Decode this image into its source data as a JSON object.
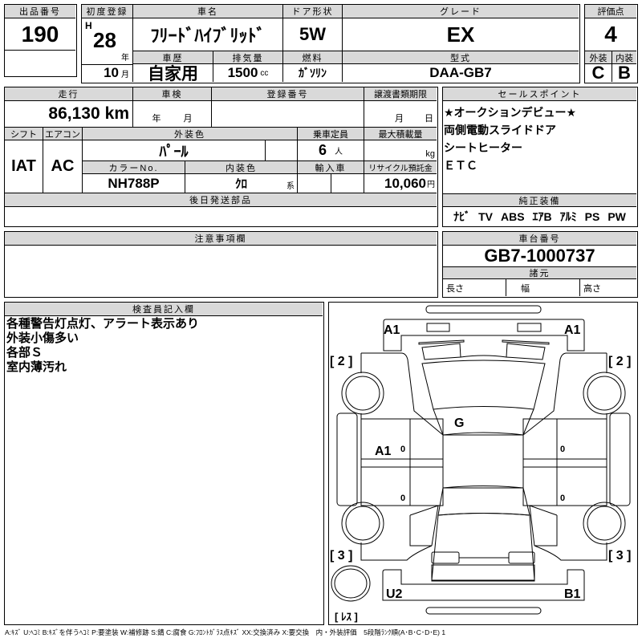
{
  "lot": {
    "label": "出品番号",
    "value": "190"
  },
  "vehicle": {
    "first_reg_label": "初度登録",
    "era": "H",
    "year": "28",
    "year_unit": "年",
    "month": "10",
    "month_unit": "月",
    "name_label": "車名",
    "name": "ﾌﾘｰﾄﾞﾊｲﾌﾞﾘｯﾄﾞ",
    "door_label": "ドア形状",
    "door": "5W",
    "grade_label": "グレード",
    "grade": "EX",
    "history_label": "車歴",
    "history": "自家用",
    "displacement_label": "排気量",
    "displacement": "1500",
    "displacement_unit": "cc",
    "fuel_label": "燃料",
    "fuel": "ｶﾞｿﾘﾝ",
    "model_label": "型式",
    "model": "DAA-GB7"
  },
  "score": {
    "label": "評価点",
    "value": "4",
    "exterior_label": "外装",
    "exterior": "C",
    "interior_label": "内装",
    "interior": "B"
  },
  "details": {
    "mileage_label": "走行",
    "mileage": "86,130",
    "mileage_unit": "km",
    "inspection_label": "車検",
    "inspection_year_unit": "年",
    "inspection_month_unit": "月",
    "reg_no_label": "登録番号",
    "transfer_label": "譲渡書類期限",
    "transfer_month_unit": "月",
    "transfer_day_unit": "日",
    "shift_label": "シフト",
    "shift": "IAT",
    "ac_label": "エアコン",
    "ac": "AC",
    "ext_color_label": "外装色",
    "ext_color": "ﾊﾟｰﾙ",
    "capacity_label": "乗車定員",
    "capacity": "6",
    "capacity_unit": "人",
    "max_load_label": "最大積載量",
    "max_load_unit": "kg",
    "color_no_label": "カラーNo.",
    "color_no": "NH788P",
    "int_color_label": "内装色",
    "int_color": "ｸﾛ",
    "int_color_suffix": "系",
    "import_label": "輸入車",
    "recycle_label": "リサイクル預託金",
    "recycle": "10,060",
    "recycle_unit": "円",
    "later_parts_label": "後日発送部品"
  },
  "sales_points": {
    "label": "セールスポイント",
    "items": [
      "★オークションデビュー★",
      "両側電動スライドドア",
      "シートヒーター",
      "ＥＴＣ"
    ]
  },
  "equipment": {
    "label": "純正装備",
    "items": [
      "ﾅﾋﾞ",
      "TV",
      "ABS",
      "ｴｱB",
      "ｱﾙﾐ",
      "PS",
      "PW"
    ]
  },
  "caution": {
    "label": "注意事項欄"
  },
  "chassis": {
    "label": "車台番号",
    "value": "GB7-1000737",
    "spec_label": "諸元",
    "length_label": "長さ",
    "width_label": "幅",
    "height_label": "高さ"
  },
  "inspector": {
    "label": "検査員記入欄",
    "lines": [
      "各種警告灯点灯、アラート表示あり",
      "外装小傷多い",
      "各部Ｓ",
      "室内薄汚れ"
    ]
  },
  "diagram": {
    "front_left": "A1",
    "front_right": "A1",
    "fender_left": "[ 2 ]",
    "fender_right": "[ 2 ]",
    "windshield": "G",
    "left_door": "A1",
    "rear_left_qtr": "[ 3 ]",
    "rear_right_qtr": "[ 3 ]",
    "rear_left": "U2",
    "rear_right": "B1",
    "spare": "[ ﾚｽ ]",
    "zero": "0"
  },
  "legend": "A:ｷｽﾞ U:ﾍｺﾐ B:ｷｽﾞを伴うﾍｺﾐ P:要塗装 W:補修跡 S:錆 C:腐食 G:ﾌﾛﾝﾄｶﾞﾗｽ点ｷｽﾞ XX:交換済み X:要交換　内・外装評価　5段階ﾗﾝｸ順(A･B･C･D･E) 1"
}
